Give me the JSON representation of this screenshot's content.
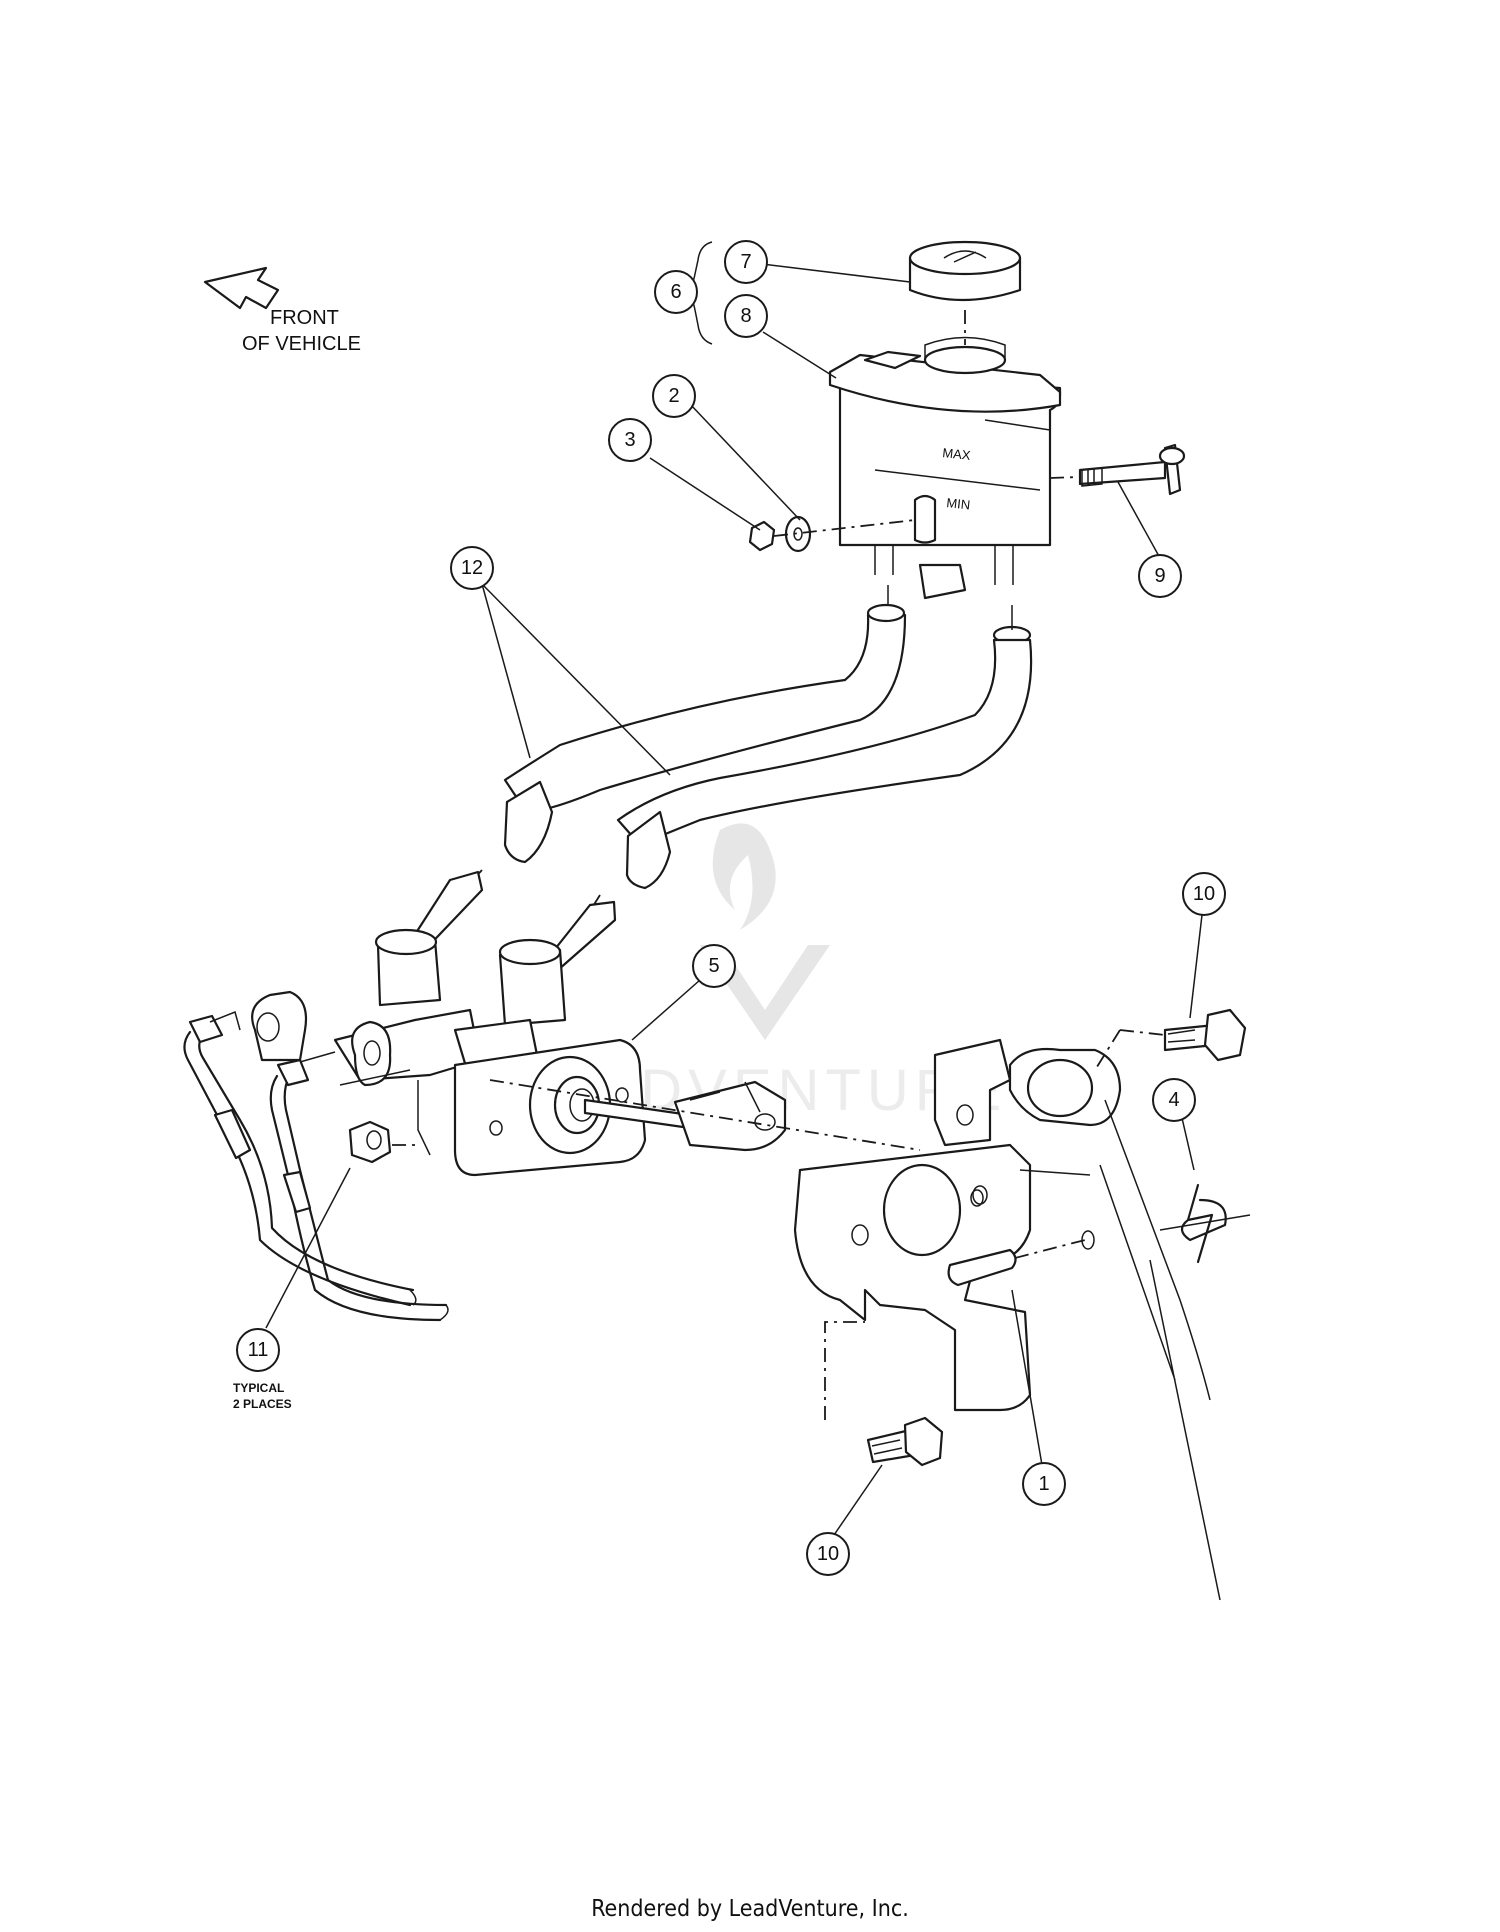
{
  "direction_label": {
    "line1": "FRONT",
    "line2": "OF VEHICLE"
  },
  "reservoir_marks": {
    "max": "MAX",
    "min": "MIN"
  },
  "note": {
    "line1": "TYPICAL",
    "line2": "2 PLACES"
  },
  "watermark": {
    "text": "LEADVENTURE"
  },
  "footer": {
    "text": "Rendered by LeadVenture, Inc."
  },
  "callouts": [
    "1",
    "2",
    "3",
    "4",
    "5",
    "6",
    "7",
    "8",
    "9",
    "10",
    "10",
    "11",
    "12"
  ]
}
